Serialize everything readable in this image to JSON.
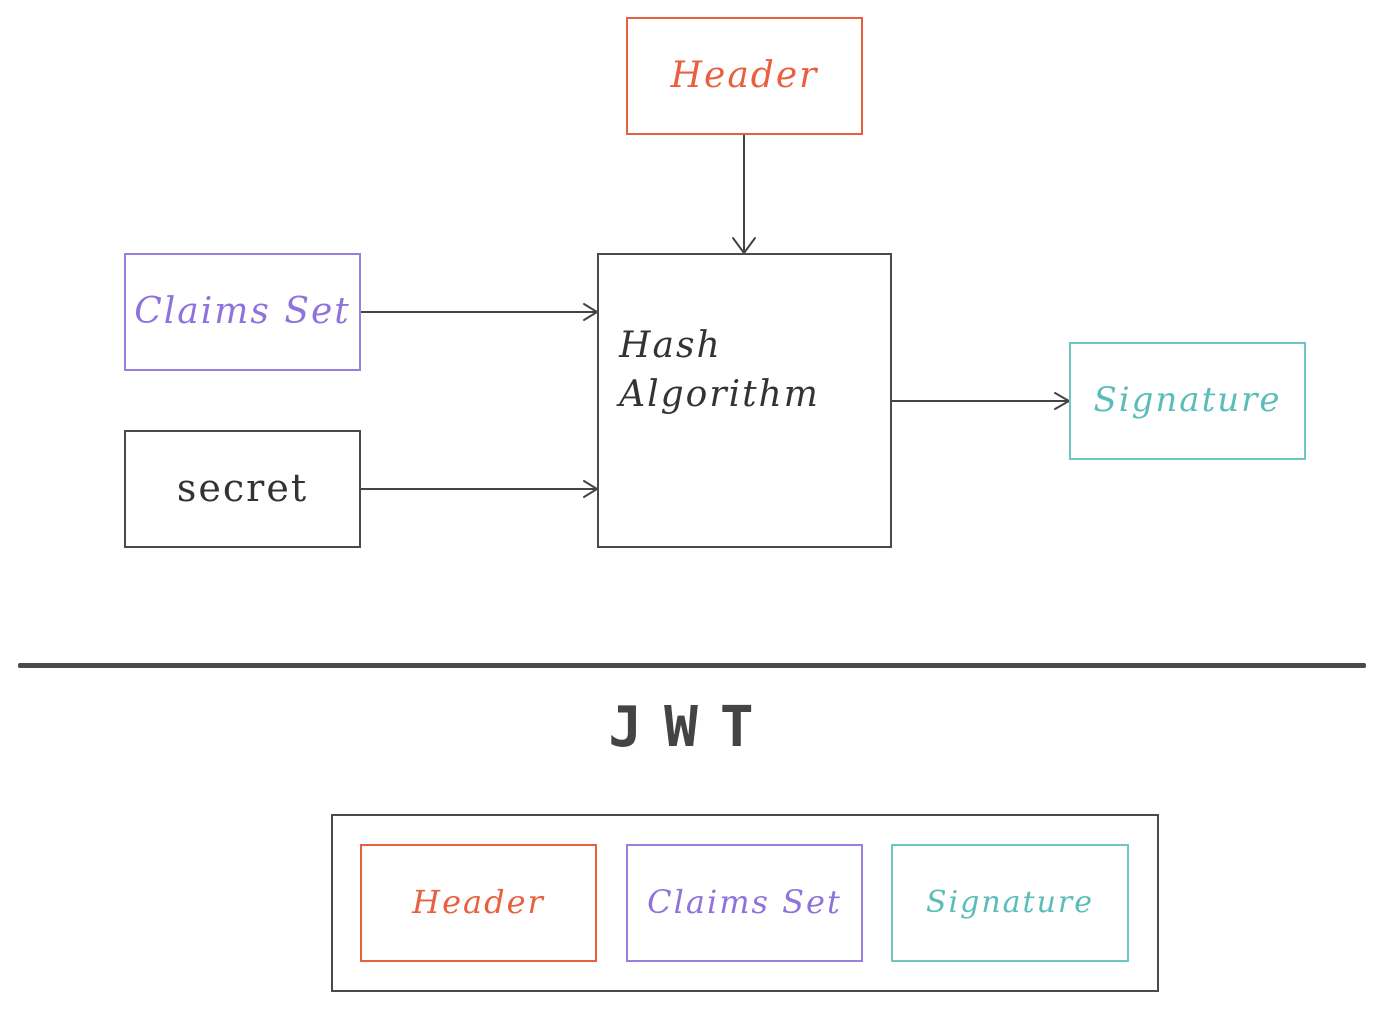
{
  "diagram": {
    "header_label": "Header",
    "claims_label": "Claims Set",
    "secret_label": "secret",
    "hash_label_line1": "Hash",
    "hash_label_line2": "Algorithm",
    "signature_label": "Signature"
  },
  "jwt": {
    "title": "JWT",
    "parts": {
      "header": "Header",
      "claims": "Claims Set",
      "signature": "Signature"
    }
  },
  "colors": {
    "header": "#e8603f",
    "claims": "#9a7ee0",
    "signature": "#6cc6c2",
    "neutral": "#4a4a4a"
  }
}
